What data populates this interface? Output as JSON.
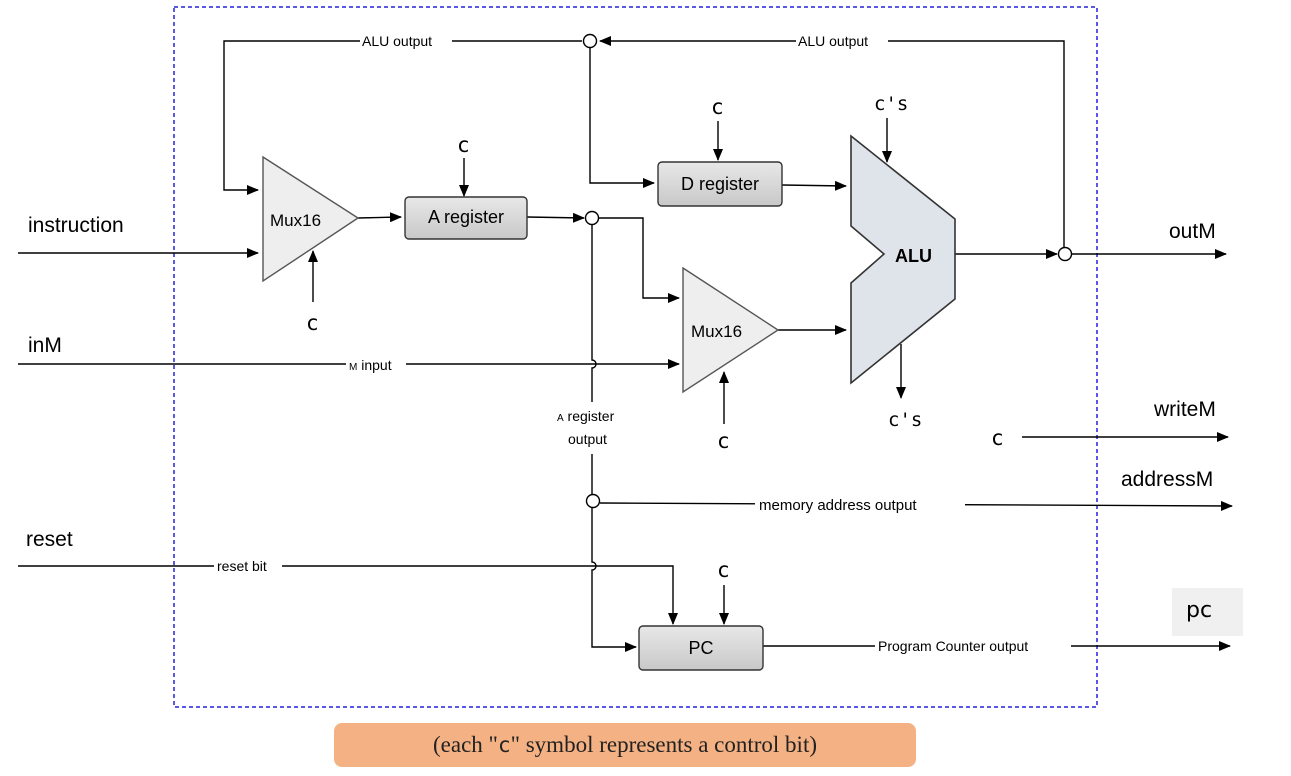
{
  "inputs": {
    "instruction": "instruction",
    "inM": "inM",
    "reset": "reset"
  },
  "outputs": {
    "outM": "outM",
    "writeM": "writeM",
    "addressM": "addressM",
    "pc": "pc"
  },
  "components": {
    "mux_a": "Mux16",
    "mux_b": "Mux16",
    "a_register": "A register",
    "d_register": "D register",
    "alu": "ALU",
    "pc": "PC"
  },
  "wires": {
    "alu_output_left": "ALU output",
    "alu_output_right": "ALU output",
    "m_input_small": "M",
    "m_input": " input",
    "a_register_output_small": "A",
    "a_register_output_line1": " register",
    "a_register_output_line2": "output",
    "memory_address_output": "memory address output",
    "reset_bit": "reset bit",
    "program_counter_output": "Program Counter output"
  },
  "control": {
    "c": "c",
    "cs": "c's"
  },
  "caption": {
    "before": "(each \"",
    "symbol": "c",
    "after": "\" symbol represents a control bit)"
  },
  "colors": {
    "border_dash": "#2222dd",
    "component_fill": "#d9d9d9",
    "mux_fill": "#eeeeee",
    "alu_fill": "#dfe3ea",
    "caption_bg": "#f4b183"
  }
}
